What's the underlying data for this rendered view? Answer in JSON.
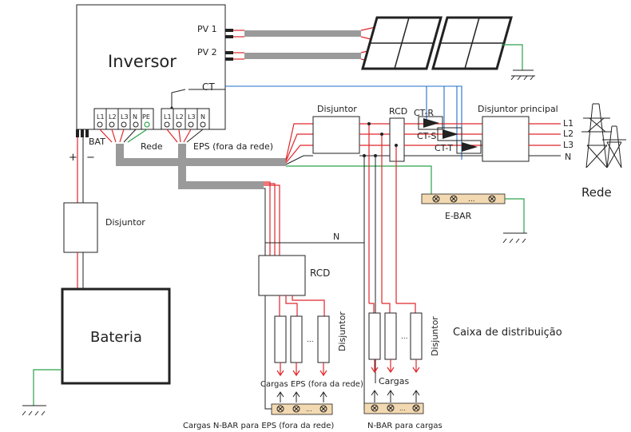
{
  "inverter": {
    "title": "Inversor",
    "pv1": "PV 1",
    "pv2": "PV 2",
    "ct": "CT",
    "bat": "BAT",
    "plus": "+",
    "minus": "−",
    "grid_terms": [
      "L1",
      "L2",
      "L3",
      "N",
      "PE"
    ],
    "eps_terms": [
      "L1",
      "L2",
      "L3",
      "N"
    ]
  },
  "labels": {
    "rede_port": "Rede",
    "eps_port": "EPS (fora da rede)",
    "breaker_top": "Disjuntor",
    "rcd_top": "RCD",
    "ct_r": "CT-R",
    "ct_s": "CT-S",
    "ct_t": "CT-T",
    "main_breaker": "Disjuntor principal",
    "l1": "L1",
    "l2": "L2",
    "l3": "L3",
    "n_line": "N",
    "grid": "Rede",
    "ebar": "E-BAR",
    "n_label": "N",
    "rcd_lower": "RCD",
    "breaker_bat": "Disjuntor",
    "battery": "Bateria",
    "breaker_eps": "Disjuntor",
    "breaker_loads": "Disjuntor",
    "dist_box": "Caixa de distribuição",
    "eps_loads": "Cargas EPS (fora da rede)",
    "loads": "Cargas",
    "nbar_eps": "Cargas N-BAR para EPS (fora da rede)",
    "nbar_loads": "N-BAR para cargas",
    "dots": "..."
  },
  "colors": {
    "line": "#222222",
    "live": "#e0262b",
    "earth": "#2ca24a",
    "ct": "#1f6fc8",
    "bus": "#9a9a9a",
    "bar": "#f3d9b1"
  }
}
